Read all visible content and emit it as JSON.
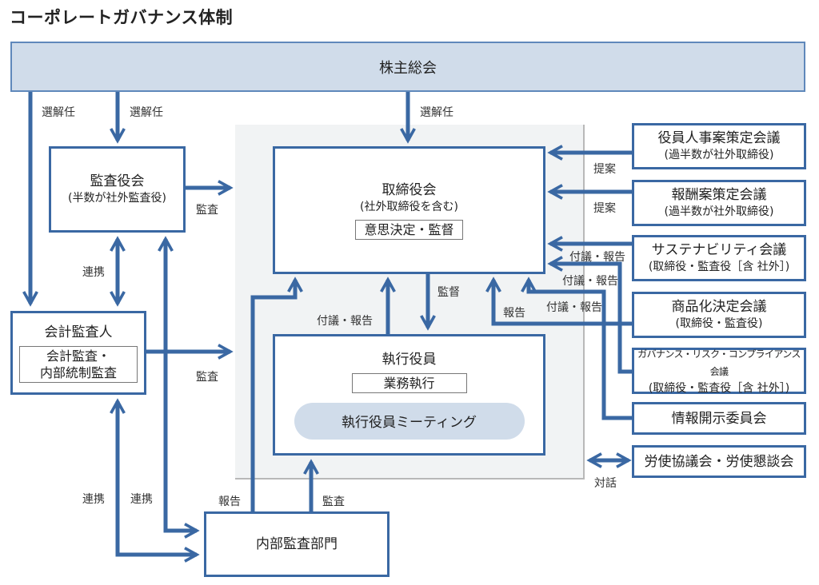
{
  "title": "コーポレートガバナンス体制",
  "colors": {
    "line": "#3a68a3",
    "banner_fill": "#d0dcea",
    "panel_fill": "#f1f3f4"
  },
  "shareholders": {
    "label": "株主総会"
  },
  "audit_board": {
    "label": "監査役会",
    "note": "(半数が社外監査役)"
  },
  "accounting_auditor": {
    "label": "会計監査人",
    "inner": "会計監査・\n内部統制監査"
  },
  "board": {
    "label": "取締役会",
    "note": "(社外取締役を含む)",
    "inner": "意思決定・監督"
  },
  "executives": {
    "label": "執行役員",
    "inner": "業務執行",
    "meeting": "執行役員ミーティング"
  },
  "internal_audit": {
    "label": "内部監査部門"
  },
  "committees": [
    {
      "label": "役員人事案策定会議",
      "note": "(過半数が社外取締役)"
    },
    {
      "label": "報酬案策定会議",
      "note": "(過半数が社外取締役)"
    },
    {
      "label": "サステナビリティ会議",
      "note": "(取締役・監査役［含 社外］)"
    },
    {
      "label": "商品化決定会議",
      "note": "(取締役・監査役)"
    },
    {
      "label": "ガバナンス・リスク・コンプライアンス会議",
      "note": "(取締役・監査役［含 社外］)"
    },
    {
      "label": "情報開示委員会",
      "note": ""
    },
    {
      "label": "労使協議会・労使懇談会",
      "note": ""
    }
  ],
  "labels": {
    "elect_1": "選解任",
    "elect_2": "選解任",
    "elect_3": "選解任",
    "audit_1": "監査",
    "audit_2": "監査",
    "audit_3": "監査",
    "coop_1": "連携",
    "coop_2": "連携",
    "coop_3": "連携",
    "supervise": "監督",
    "propose_report_exec": "付議・報告",
    "propose_1": "提案",
    "propose_2": "提案",
    "propose_report_1": "付議・報告",
    "propose_report_2": "付議・報告",
    "propose_report_3": "付議・報告",
    "report_1": "報告",
    "report_2": "報告",
    "dialogue": "対話"
  }
}
